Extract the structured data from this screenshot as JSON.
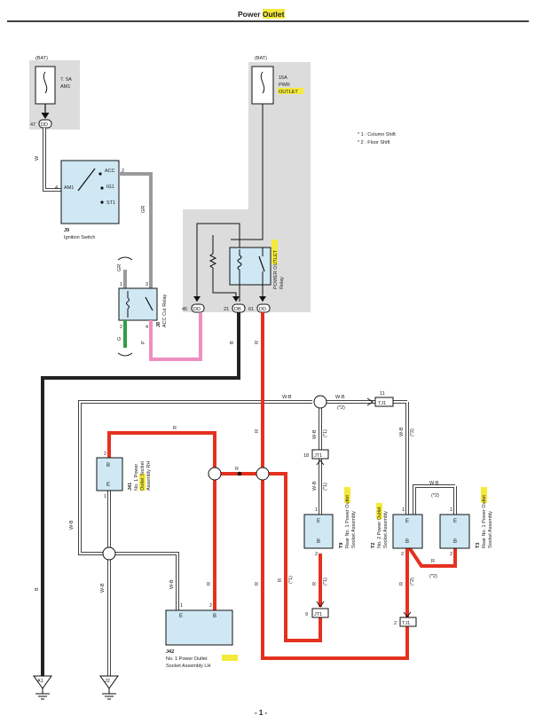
{
  "page": {
    "title_pre": "Power ",
    "title_hl": "Outlet",
    "page_number": "- 1 -"
  },
  "colors": {
    "highlight": "#f5ea3a",
    "wire_red": "#e5311f",
    "wire_black": "#222222",
    "wire_gray": "#9a9a9a",
    "wire_pink": "#ef8fc0",
    "wire_green": "#2f9e44",
    "component_fill": "#cfe8f4",
    "shade": "#dcdcdc"
  },
  "legend": {
    "item1": "* 1 : Column Shift",
    "item2": "* 2 : Floor Shift"
  },
  "fuse_am1": {
    "bat": "(BAT)",
    "rating": "7. 5A",
    "name": "AM1",
    "pin_num": "47",
    "conn": "DD"
  },
  "fuse_pwr": {
    "bat": "(BAT)",
    "rating": "15A",
    "name": "PWR",
    "name_hl": "OUTLET"
  },
  "j9": {
    "id": "J9",
    "name": "Ignition Switch",
    "pin_am1": "AM1",
    "pin_acc": "ACC",
    "pin_ig1": "IG1",
    "pin_st1": "ST1",
    "pin4": "4",
    "pin2": "2"
  },
  "j8": {
    "id": "J8",
    "name": "ACC Cut Relay",
    "p1": "1",
    "p2": "2",
    "p3": "3",
    "p4": "4"
  },
  "relay": {
    "line1_pre": "POWER ",
    "line1_hl": "OUTLET",
    "line2": "Relay"
  },
  "connectors": {
    "c45": "45",
    "c45_label": "DD",
    "c21": "21",
    "c21_label": "DB",
    "c61": "61",
    "c61_label": "DD"
  },
  "j41": {
    "id": "J41",
    "line1": "No. 1 Power",
    "line2_hl": "Outlet",
    "line2_post": " Socket",
    "line3": "Assembly RH",
    "pin_b": "B",
    "pin_e": "E",
    "num2": "2",
    "num1": "1"
  },
  "j42": {
    "id": "J42",
    "line1": "No. 1 Power ",
    "line1_hl": "Outlet",
    "line2": "Socket Assembly LH",
    "pin_e": "E",
    "pin_b": "B",
    "num1": "1",
    "num2": "2"
  },
  "t9": {
    "id": "T9",
    "line1_pre": "Rear No. 1 Power ",
    "line1_hl": "Outlet",
    "line2": "Socket Assembly",
    "pin_e": "E",
    "pin_b": "B",
    "num1": "1",
    "num2": "2"
  },
  "t2": {
    "id": "T2",
    "line1": "No. 2 Power ",
    "line1_hl": "Outlet",
    "line2": "Socket Assembly",
    "pin_e": "E",
    "pin_b": "B",
    "num1": "1",
    "num2": "2"
  },
  "t3": {
    "id": "T3",
    "line1_pre": "Rear No. 1 Power ",
    "line1_hl": "Outlet",
    "line2": "Socket Assembly",
    "pin_e": "E",
    "pin_b": "B",
    "num1": "1",
    "num2": "2"
  },
  "junctions": {
    "jt1_top": "JT1",
    "jt1_top_num": "18",
    "jt1_bot": "JT1",
    "jt1_bot_num": "9",
    "tj1_top": "TJ1",
    "tj1_top_num": "11",
    "tj1_bot": "TJ1",
    "tj1_bot_num": "2"
  },
  "grounds": {
    "a1": "A1",
    "j2": "J2"
  },
  "wire_labels": {
    "w": "W",
    "gr": "GR",
    "g": "G",
    "p": "P",
    "b": "B",
    "r": "R",
    "wb": "W-B",
    "n1": "(*1)",
    "n2": "(*2)"
  }
}
